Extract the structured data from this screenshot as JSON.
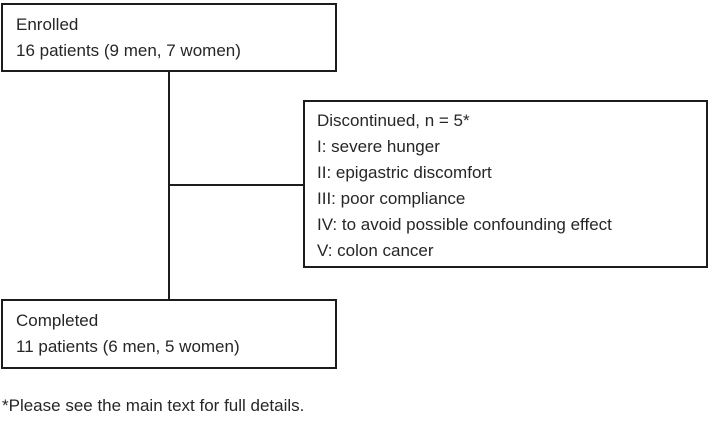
{
  "figure": {
    "background": "#ffffff",
    "border_color": "#1c1c1c",
    "text_color": "#262626"
  },
  "flowchart": {
    "enrolled_box": {
      "title": "Enrolled",
      "detail": "16 patients (9 men, 7 women)"
    },
    "discontinued_box": {
      "title": "Discontinued, n = 5*",
      "reasons": [
        "I: severe hunger",
        "II: epigastric discomfort",
        "III: poor compliance",
        "IV: to avoid possible confounding effect",
        "V: colon cancer"
      ]
    },
    "completed_box": {
      "title": "Completed",
      "detail": "11 patients (6 men, 5 women)"
    },
    "footnote": "*Please see the main text for full details."
  }
}
